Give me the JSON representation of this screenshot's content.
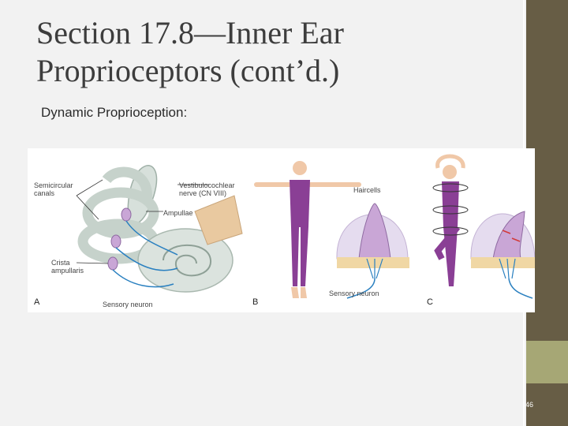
{
  "slide": {
    "title_line1": "Section 17.8—Inner Ear",
    "title_line2": "Proprioceptors (cont’d.)",
    "subtitle": "Dynamic Proprioception:",
    "page_number": "46"
  },
  "figure": {
    "panel_a": {
      "letter": "A",
      "labels": {
        "semicircular_canals_1": "Semicircular",
        "semicircular_canals_2": "canals",
        "vestibulocochlear_1": "Vestibulocochlear",
        "vestibulocochlear_2": "nerve (CN VIII)",
        "ampullae": "Ampullae",
        "cristae_1": "Crista",
        "cristae_2": "ampullaris",
        "sensory_neuron": "Sensory neuron"
      }
    },
    "panel_b": {
      "letter": "B",
      "labels": {
        "hair_cells": "Haircells",
        "sensory_neuron": "Sensory neuron"
      }
    },
    "panel_c": {
      "letter": "C"
    }
  },
  "colors": {
    "sidebar_dark": "#675d45",
    "sidebar_light": "#a6a775",
    "background": "#f2f2f2",
    "bodysuit": "#8a3f95",
    "ampulla": "#c9a6d6",
    "neuron": "#2a80c0"
  }
}
